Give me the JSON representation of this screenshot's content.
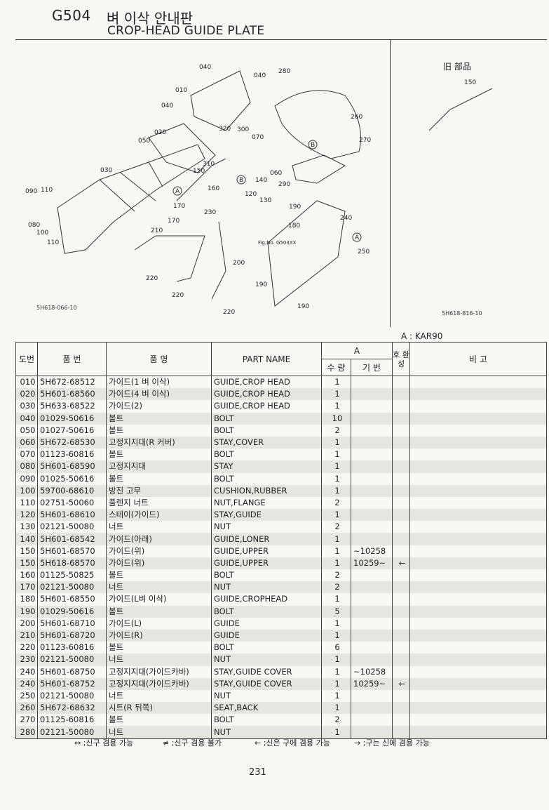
{
  "header": {
    "code": "G504",
    "title_ko": "벼 이삭 안내판",
    "title_en": "CROP-HEAD GUIDE PLATE"
  },
  "figure": {
    "callouts": [
      "040",
      "040",
      "280",
      "010",
      "040",
      "260",
      "320",
      "300",
      "020",
      "050",
      "070",
      "270",
      "310",
      "150",
      "060",
      "030",
      "290",
      "140",
      "090",
      "110",
      "160",
      "120",
      "130",
      "190",
      "170",
      "240",
      "080",
      "230",
      "100",
      "180",
      "170",
      "110",
      "210",
      "250",
      "200",
      "220",
      "190",
      "220",
      "190",
      "220"
    ],
    "circle_refs": [
      "A",
      "B",
      "B",
      "A"
    ],
    "fig_ref": "Fig.No. G503XX",
    "code_left": "5H618-066-10",
    "code_right": "5H618-816-10",
    "old_parts_label": "旧 部品",
    "old_parts_callout": "150"
  },
  "model_note": "A : KAR90",
  "columns": {
    "no": "도번",
    "part_no": "품 번",
    "name_ko": "품 명",
    "name_en": "PART NAME",
    "group": "A",
    "qty": "수 량",
    "serial": "기 번",
    "compat": "호 환 성",
    "remarks": "비 고"
  },
  "rows": [
    {
      "no": "010",
      "part_no": "5H672-68512",
      "name_ko": "가이드(1 벼 이삭)",
      "name_en": "GUIDE,CROP HEAD",
      "qty": "1",
      "serial": "",
      "compat": ""
    },
    {
      "no": "020",
      "part_no": "5H601-68560",
      "name_ko": "가이드(4 벼 이삭)",
      "name_en": "GUIDE,CROP HEAD",
      "qty": "1",
      "serial": "",
      "compat": ""
    },
    {
      "no": "030",
      "part_no": "5H633-68522",
      "name_ko": "가이드(2)",
      "name_en": "GUIDE,CROP HEAD",
      "qty": "1",
      "serial": "",
      "compat": ""
    },
    {
      "no": "040",
      "part_no": "01029-50616",
      "name_ko": "볼트",
      "name_en": "BOLT",
      "qty": "10",
      "serial": "",
      "compat": ""
    },
    {
      "no": "050",
      "part_no": "01027-50616",
      "name_ko": "볼트",
      "name_en": "BOLT",
      "qty": "2",
      "serial": "",
      "compat": ""
    },
    {
      "no": "060",
      "part_no": "5H672-68530",
      "name_ko": "고정지지대(R 커버)",
      "name_en": "STAY,COVER",
      "qty": "1",
      "serial": "",
      "compat": ""
    },
    {
      "no": "070",
      "part_no": "01123-60816",
      "name_ko": "볼트",
      "name_en": "BOLT",
      "qty": "1",
      "serial": "",
      "compat": ""
    },
    {
      "no": "080",
      "part_no": "5H601-68590",
      "name_ko": "고정지지대",
      "name_en": "STAY",
      "qty": "1",
      "serial": "",
      "compat": ""
    },
    {
      "no": "090",
      "part_no": "01025-50616",
      "name_ko": "볼트",
      "name_en": "BOLT",
      "qty": "1",
      "serial": "",
      "compat": ""
    },
    {
      "no": "100",
      "part_no": "59700-68610",
      "name_ko": "방진 고무",
      "name_en": "CUSHION,RUBBER",
      "qty": "1",
      "serial": "",
      "compat": ""
    },
    {
      "no": "110",
      "part_no": "02751-50060",
      "name_ko": "플렌지 너트",
      "name_en": "NUT,FLANGE",
      "qty": "2",
      "serial": "",
      "compat": ""
    },
    {
      "no": "120",
      "part_no": "5H601-68610",
      "name_ko": "스테이(가이드)",
      "name_en": "STAY,GUIDE",
      "qty": "1",
      "serial": "",
      "compat": ""
    },
    {
      "no": "130",
      "part_no": "02121-50080",
      "name_ko": "너트",
      "name_en": "NUT",
      "qty": "2",
      "serial": "",
      "compat": ""
    },
    {
      "no": "140",
      "part_no": "5H601-68542",
      "name_ko": "가이드(아래)",
      "name_en": "GUIDE,LONER",
      "qty": "1",
      "serial": "",
      "compat": ""
    },
    {
      "no": "150",
      "part_no": "5H601-68570",
      "name_ko": "가이드(위)",
      "name_en": "GUIDE,UPPER",
      "qty": "1",
      "serial": "~10258",
      "compat": ""
    },
    {
      "no": "150",
      "part_no": "5H618-68570",
      "name_ko": "가이드(위)",
      "name_en": "GUIDE,UPPER",
      "qty": "1",
      "serial": "10259~",
      "compat": "←"
    },
    {
      "no": "160",
      "part_no": "01125-50825",
      "name_ko": "볼트",
      "name_en": "BOLT",
      "qty": "2",
      "serial": "",
      "compat": ""
    },
    {
      "no": "170",
      "part_no": "02121-50080",
      "name_ko": "너트",
      "name_en": "NUT",
      "qty": "2",
      "serial": "",
      "compat": ""
    },
    {
      "no": "180",
      "part_no": "5H601-68550",
      "name_ko": "가이드(L벼 이삭)",
      "name_en": "GUIDE,CROPHEAD",
      "qty": "1",
      "serial": "",
      "compat": ""
    },
    {
      "no": "190",
      "part_no": "01029-50616",
      "name_ko": "볼트",
      "name_en": "BOLT",
      "qty": "5",
      "serial": "",
      "compat": ""
    },
    {
      "no": "200",
      "part_no": "5H601-68710",
      "name_ko": "가이드(L)",
      "name_en": "GUIDE",
      "qty": "1",
      "serial": "",
      "compat": ""
    },
    {
      "no": "210",
      "part_no": "5H601-68720",
      "name_ko": "가이드(R)",
      "name_en": "GUIDE",
      "qty": "1",
      "serial": "",
      "compat": ""
    },
    {
      "no": "220",
      "part_no": "01123-60816",
      "name_ko": "볼트",
      "name_en": "BOLT",
      "qty": "6",
      "serial": "",
      "compat": ""
    },
    {
      "no": "230",
      "part_no": "02121-50080",
      "name_ko": "너트",
      "name_en": "NUT",
      "qty": "1",
      "serial": "",
      "compat": ""
    },
    {
      "no": "240",
      "part_no": "5H601-68750",
      "name_ko": "고정지지대(가이드카바)",
      "name_en": "STAY,GUIDE COVER",
      "qty": "1",
      "serial": "~10258",
      "compat": ""
    },
    {
      "no": "240",
      "part_no": "5H601-68752",
      "name_ko": "고정지지대(가이드카바)",
      "name_en": "STAY,GUIDE COVER",
      "qty": "1",
      "serial": "10259~",
      "compat": "←"
    },
    {
      "no": "250",
      "part_no": "02121-50080",
      "name_ko": "너트",
      "name_en": "NUT",
      "qty": "1",
      "serial": "",
      "compat": ""
    },
    {
      "no": "260",
      "part_no": "5H672-68632",
      "name_ko": "시트(R 뒤쪽)",
      "name_en": "SEAT,BACK",
      "qty": "1",
      "serial": "",
      "compat": ""
    },
    {
      "no": "270",
      "part_no": "01125-60816",
      "name_ko": "볼트",
      "name_en": "BOLT",
      "qty": "2",
      "serial": "",
      "compat": ""
    },
    {
      "no": "280",
      "part_no": "02121-50080",
      "name_ko": "너트",
      "name_en": "NUT",
      "qty": "1",
      "serial": "",
      "compat": ""
    }
  ],
  "legend": [
    "↔ ;신구 겸용 가능",
    "≠ ;신구 겸용 불가",
    "← ;신은 구에 겸용 가능",
    "→ ;구는 신에 겸용 가능"
  ],
  "page_number": "231"
}
